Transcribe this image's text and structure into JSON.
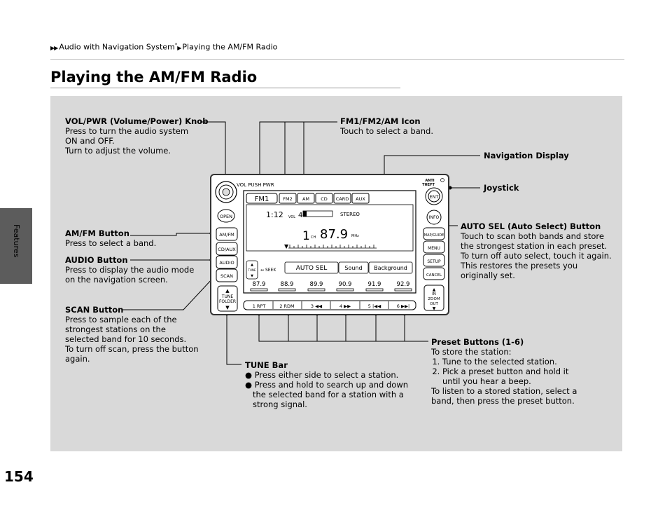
{
  "page_number": "154",
  "side_label": "Features",
  "breadcrumb": {
    "part1": "Audio with Navigation System",
    "part2": "Playing the AM/FM Radio"
  },
  "title": "Playing the AM/FM Radio",
  "callouts": {
    "vol_pwr": {
      "title": "VOL/PWR (Volume/Power) Knob",
      "lines": [
        "Press to turn the audio system",
        "ON and OFF.",
        "Turn to adjust the volume."
      ]
    },
    "fm_icon": {
      "title": "FM1/FM2/AM Icon",
      "lines": [
        "Touch to select a band."
      ]
    },
    "nav_display": {
      "title": "Navigation Display"
    },
    "joystick": {
      "title": "Joystick"
    },
    "amfm_button": {
      "title": "AM/FM Button",
      "lines": [
        "Press to select a band."
      ]
    },
    "audio_button": {
      "title": "AUDIO Button",
      "lines": [
        "Press to display the audio mode",
        "on the navigation screen."
      ]
    },
    "auto_sel": {
      "title": "AUTO SEL (Auto Select) Button",
      "lines": [
        "Touch to scan both bands and store",
        "the strongest station in each preset.",
        "To turn off auto select, touch it again.",
        "This restores the presets you",
        "originally set."
      ]
    },
    "scan_button": {
      "title": "SCAN Button",
      "lines": [
        "Press to sample each of the",
        "strongest stations on the",
        "selected band for 10 seconds.",
        "To turn off scan, press the button",
        "again."
      ]
    },
    "tune_bar": {
      "title": "TUNE Bar",
      "bullets": [
        "Press either side to select a station.",
        "Press and hold to search up and down the selected band for a station with a strong signal."
      ]
    },
    "preset": {
      "title": "Preset Buttons (1-6)",
      "intro": "To store the station:",
      "steps": [
        "Tune to the selected station.",
        "Pick a preset button and hold it until you hear a beep."
      ],
      "outro": [
        "To listen to a stored station, select a",
        "band, then press the preset button."
      ]
    }
  },
  "unit": {
    "knob_label": "VOL PUSH PWR",
    "left_buttons": [
      "OPEN",
      "AM/FM",
      "CD/AUX",
      "AUDIO",
      "SCAN"
    ],
    "tune_folder": [
      "TUNE",
      "FOLDER"
    ],
    "right_buttons": [
      "INFO",
      "MAP/GUIDE",
      "MENU",
      "SETUP",
      "CANCEL"
    ],
    "anti_theft": [
      "ANTI",
      "THEFT"
    ],
    "ent": "ENT",
    "zoom": [
      "IN",
      "ZOOM",
      "OUT"
    ],
    "band_tabs": [
      "FM1",
      "FM2",
      "AM",
      "CD",
      "CARD",
      "AUX"
    ],
    "clock": "1:12",
    "vol_label": "VOL",
    "vol_value": "4",
    "stereo": "STEREO",
    "channel": "1",
    "ch_label": "CH",
    "frequency": "87.9",
    "mhz": "MHz",
    "tune_label": "TUNE",
    "seek_label": "SEEK",
    "soft_buttons": [
      "AUTO SEL",
      "Sound",
      "Background"
    ],
    "presets": [
      "87.9",
      "88.9",
      "89.9",
      "90.9",
      "91.9",
      "92.9"
    ],
    "preset_buttons": [
      "1 RPT",
      "2 RDM",
      "3",
      "4",
      "5",
      "6"
    ]
  }
}
